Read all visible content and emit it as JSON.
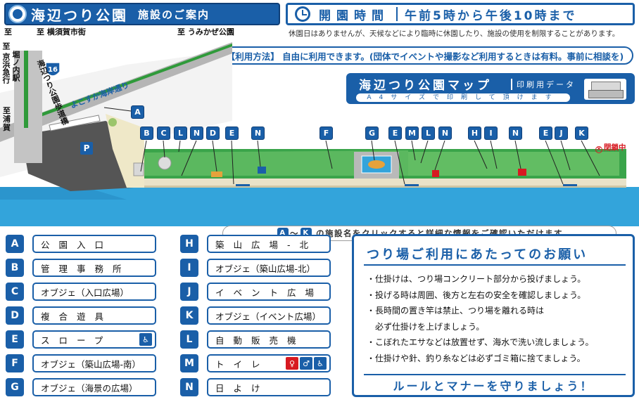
{
  "header": {
    "logo_name": "umibe-tsuri-park-logo",
    "site_title": "海辺つり公園",
    "site_subtitle": "施設のご案内",
    "hours_label": "開園時間",
    "hours_text": "午前5時から午後10時まで",
    "notice": "休園日はありませんが、天候などにより臨時に休園したり、施設の使用を制限することがあります。",
    "usage": "【利用方法】 自由に利用できます。(団体でイベントや撮影など利用するときは有料。事前に相談を)"
  },
  "map_button": {
    "title": "海辺つり公園マップ",
    "subtitle": "印刷用データ",
    "note": "A4サイズで印刷して頂けます",
    "icon": "printer-icon"
  },
  "map": {
    "directions": {
      "north": "至",
      "yokosuka_line": "至 横須賀市街",
      "umikaze": "至 うみかぜ公園",
      "keikyu": "堀ノ内駅",
      "keikyu_prefix": "至 京浜急行",
      "uraga": "至 浦賀",
      "route_number": "16"
    },
    "labels": {
      "walkway": "海辺つり公園歩道橋",
      "road": "よこすか海岸通り",
      "parking": "P",
      "closed": "閉鎖中"
    },
    "pins": [
      {
        "id": "A",
        "letter": "A"
      },
      {
        "id": "B",
        "letter": "B"
      },
      {
        "id": "C",
        "letter": "C"
      },
      {
        "id": "L1",
        "letter": "L"
      },
      {
        "id": "N1",
        "letter": "N"
      },
      {
        "id": "D",
        "letter": "D"
      },
      {
        "id": "E1",
        "letter": "E"
      },
      {
        "id": "N2",
        "letter": "N"
      },
      {
        "id": "F",
        "letter": "F"
      },
      {
        "id": "G",
        "letter": "G"
      },
      {
        "id": "E2",
        "letter": "E"
      },
      {
        "id": "M",
        "letter": "M"
      },
      {
        "id": "L2",
        "letter": "L"
      },
      {
        "id": "N3",
        "letter": "N"
      },
      {
        "id": "H",
        "letter": "H"
      },
      {
        "id": "I",
        "letter": "I"
      },
      {
        "id": "N4",
        "letter": "N"
      },
      {
        "id": "E3",
        "letter": "E"
      },
      {
        "id": "J",
        "letter": "J"
      },
      {
        "id": "K",
        "letter": "K"
      }
    ],
    "hint": {
      "from": "A",
      "tilde": "〜",
      "to": "K",
      "text": "の施設名をクリックすると詳細な情報をご確認いただけます"
    }
  },
  "facilities_left": [
    {
      "letter": "A",
      "name": "公園入口",
      "spaced": true
    },
    {
      "letter": "B",
      "name": "管理事務所",
      "spaced": true
    },
    {
      "letter": "C",
      "name": "オブジェ（入口広場）",
      "spaced": false
    },
    {
      "letter": "D",
      "name": "複合遊具",
      "spaced": true
    },
    {
      "letter": "E",
      "name": "スロープ",
      "spaced": true,
      "icons": [
        "wheelchair-icon"
      ]
    },
    {
      "letter": "F",
      "name": "オブジェ（築山広場-南）",
      "spaced": false
    },
    {
      "letter": "G",
      "name": "オブジェ（海景の広場）",
      "spaced": false
    }
  ],
  "facilities_right": [
    {
      "letter": "H",
      "name": "築山広場-北",
      "spaced": true
    },
    {
      "letter": "I",
      "name": "オブジェ（築山広場-北）",
      "spaced": false
    },
    {
      "letter": "J",
      "name": "イベント広場",
      "spaced": true
    },
    {
      "letter": "K",
      "name": "オブジェ（イベント広場）",
      "spaced": false
    },
    {
      "letter": "L",
      "name": "自動販売機",
      "spaced": true
    },
    {
      "letter": "M",
      "name": "トイレ",
      "spaced": true,
      "icons": [
        "restroom-icon",
        "wheelchair-icon"
      ]
    },
    {
      "letter": "N",
      "name": "日よけ",
      "spaced": true
    }
  ],
  "rules": {
    "title": "つり場ご利用にあたってのお願い",
    "items": [
      "・仕掛けは、つり場コンクリート部分から投げましょう。",
      "・投げる時は周囲、後方と左右の安全を確認しましょう。",
      "・長時間の置き竿は禁止、つり場を離れる時は",
      "　必ず仕掛けを上げましょう。",
      "・こぼれたエサなどは放置せず、海水で洗い流しましょう。",
      "・仕掛けや針、釣り糸などは必ずゴミ箱に捨てましょう。"
    ],
    "footer": "ルールとマナーを守りましょう！"
  },
  "colors": {
    "brand_blue": "#1a5fa8",
    "sea_blue": "#33a4db",
    "park_green": "#2f9a3a",
    "road_gray": "#a8a8a8",
    "closed_red": "#d71921"
  }
}
